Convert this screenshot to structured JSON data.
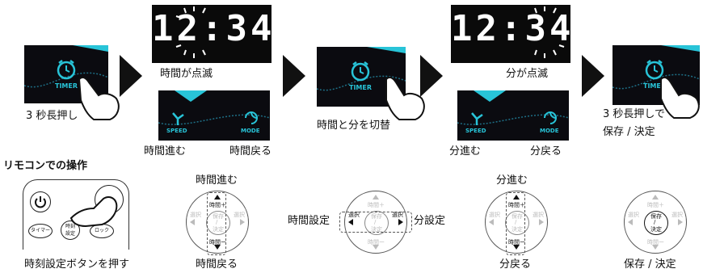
{
  "steps": {
    "step1_label": "3 秒長押し",
    "step2_label": "時間が点滅",
    "step3_label": "時間と分を切替",
    "step4_label": "分が点滅",
    "step5_label_line1": "3 秒長押しで",
    "step5_label_line2": "保存 / 決定"
  },
  "clock": {
    "time1": "12:34",
    "time2": "12:34"
  },
  "icons": {
    "timer": "TIMER",
    "speed": "SPEED",
    "mode": "MODE"
  },
  "labels": {
    "hour_forward": "時間進む",
    "hour_back": "時間戻る",
    "minute_forward": "分進む",
    "minute_back": "分戻る",
    "remote_title": "リモコンでの操作",
    "remote_caption": "時刻設定ボタンを押す",
    "hour_setting": "時間設定",
    "minute_setting": "分設定",
    "save_confirm": "保存 / 決定"
  },
  "remote": {
    "timer_btn": "タイマー",
    "clock_btn": "時刻\n設定",
    "lock_btn": "ロック"
  },
  "dial": {
    "hour_plus": "時間＋",
    "hour_minus": "時間ー",
    "select": "選択",
    "save": "保存",
    "slash": "/",
    "confirm": "決定"
  },
  "colors": {
    "accent": "#28c4d8",
    "panel": "#0b0b10"
  }
}
